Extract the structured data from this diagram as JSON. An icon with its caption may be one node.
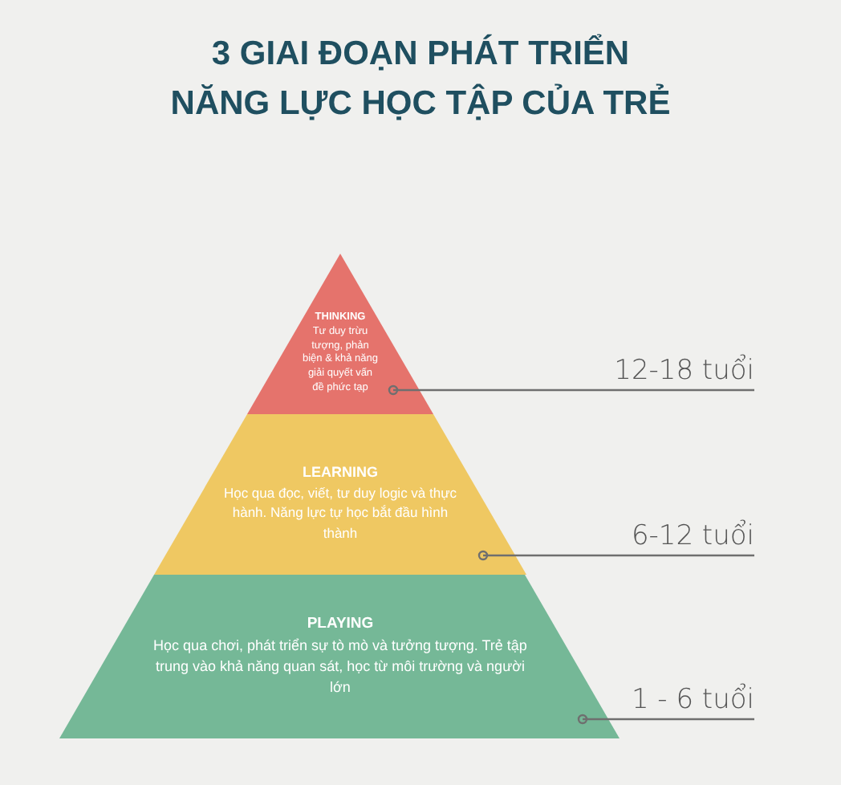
{
  "diagram": {
    "title": "3 GIAI ĐOẠN PHÁT TRIỂN NĂNG LỰC HỌC TẬP CỦA TRẺ",
    "nodes": [
      {
        "text": [
          "THINKING",
          "Tư duy trừu tượng, phản biện & khả năng giải quyết vấn đề phức tạp"
        ]
      },
      {
        "text": [
          "LEARNING",
          "Học qua đọc, viết, tư duy logic và thực hành. Năng lực tự học bắt đầu hình thành"
        ]
      },
      {
        "text": [
          "PLAYING",
          "Học qua chơi, phát triển sự tò mò và tưởng tượng. Trẻ tập trung vào khả năng quan sát, học từ môi trường và người lớn"
        ]
      },
      {
        "text": [
          "12-18 tuổi"
        ]
      },
      {
        "text": [
          "6-12 tuổi"
        ]
      },
      {
        "text": [
          "1 - 6 tuổi"
        ]
      }
    ],
    "edges": [
      {
        "from": 3,
        "to": 0,
        "arrow": "other"
      },
      {
        "from": 4,
        "to": 1,
        "arrow": "other"
      },
      {
        "from": 5,
        "to": 2,
        "arrow": "other"
      }
    ]
  }
}
